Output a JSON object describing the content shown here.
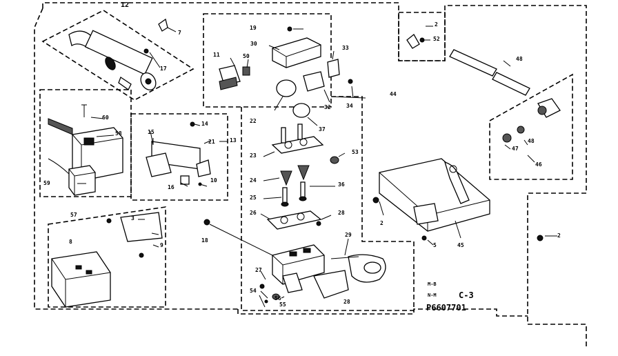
{
  "labels": {
    "c1": "12",
    "c2": "7",
    "c3": "17",
    "c4": "60",
    "c5": "58",
    "c6": "59",
    "c7": "57",
    "c8": "15",
    "c9": "14",
    "c10": "21",
    "c11": "13",
    "c12": "16",
    "c13": "10",
    "c14": "3",
    "c15": "8",
    "c16": "9",
    "c17": "18",
    "c18": "19",
    "c19": "30",
    "c20": "11",
    "c21": "50",
    "c22": "22",
    "c23": "37",
    "c24": "32",
    "c25": "33",
    "c26": "34",
    "c27": "44",
    "c28": "23",
    "c29": "53",
    "c30": "24",
    "c31": "25",
    "c32": "36",
    "c33": "26",
    "c34": "28",
    "c35": "29",
    "c36": "27",
    "c37": "54",
    "c38": "56",
    "c39": "55",
    "c40": "28",
    "c41": "2",
    "c42": "52",
    "c43": "48",
    "c44": "47",
    "c45": "48",
    "c46": "46",
    "c47": "2",
    "c48": "5",
    "c49": "45",
    "c50": "2"
  },
  "caption": {
    "small_a": "M-B",
    "small_b": "N-M",
    "figure": "C-3",
    "part_number": "P6607701"
  }
}
